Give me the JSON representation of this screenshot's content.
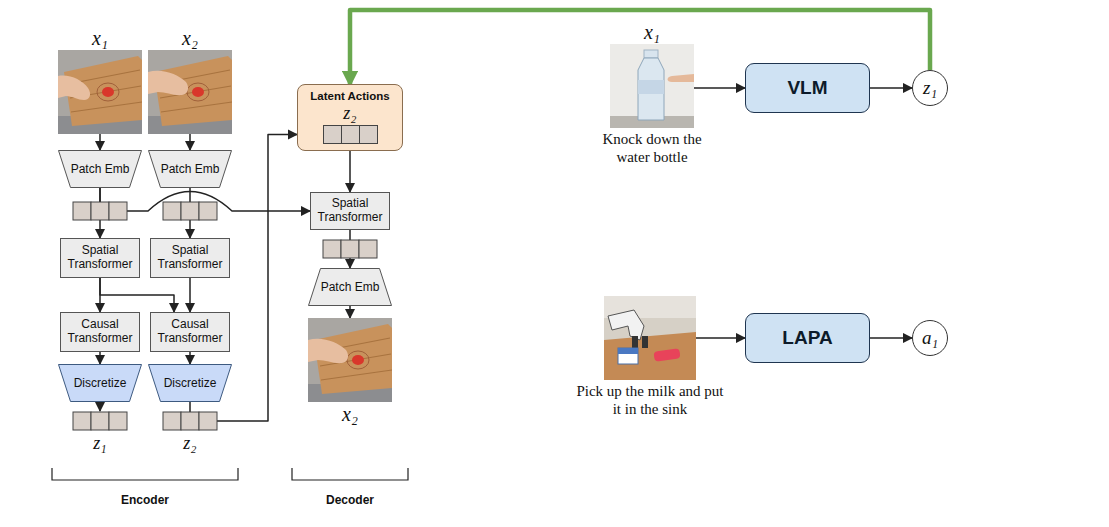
{
  "diagram": {
    "nodes": [
      {
        "text": [
          "x₁"
        ]
      },
      {
        "text": [
          "x₂"
        ]
      },
      {
        "text": [
          "Patch Emb"
        ]
      },
      {
        "text": [
          "Patch Emb"
        ]
      },
      {
        "text": [
          "Spatial Transformer"
        ]
      },
      {
        "text": [
          "Spatial Transformer"
        ]
      },
      {
        "text": [
          "Causal Transformer"
        ]
      },
      {
        "text": [
          "Causal Transformer"
        ]
      },
      {
        "text": [
          "Discretize"
        ]
      },
      {
        "text": [
          "Discretize"
        ]
      },
      {
        "text": [
          "Latent Actions",
          "z₂"
        ]
      },
      {
        "text": [
          "Spatial Transformer"
        ]
      },
      {
        "text": [
          "Patch Emb"
        ]
      },
      {
        "text": [
          "x₂"
        ]
      },
      {
        "text": [
          "x₁",
          "Knock down the water bottle"
        ]
      },
      {
        "text": [
          "VLM"
        ]
      },
      {
        "text": [
          "z₁"
        ]
      },
      {
        "text": [
          "Pick up the milk and put it in the sink"
        ]
      },
      {
        "text": [
          "LAPA"
        ]
      },
      {
        "text": [
          "a₁"
        ]
      }
    ],
    "edges": [
      {
        "from": 0,
        "to": 2,
        "arrow": "to"
      },
      {
        "from": 1,
        "to": 3,
        "arrow": "to"
      },
      {
        "from": 2,
        "to": 4,
        "arrow": "to"
      },
      {
        "from": 3,
        "to": 5,
        "arrow": "to"
      },
      {
        "from": 2,
        "to": 11,
        "arrow": "to"
      },
      {
        "from": 4,
        "to": 6,
        "arrow": "to"
      },
      {
        "from": 4,
        "to": 7,
        "arrow": "to"
      },
      {
        "from": 5,
        "to": 7,
        "arrow": "to"
      },
      {
        "from": 6,
        "to": 8,
        "arrow": "to"
      },
      {
        "from": 7,
        "to": 9,
        "arrow": "to"
      },
      {
        "from": 9,
        "to": 10,
        "arrow": "to"
      },
      {
        "from": 10,
        "to": 11,
        "arrow": "to"
      },
      {
        "from": 11,
        "to": 12,
        "arrow": "to"
      },
      {
        "from": 12,
        "to": 13,
        "arrow": "to"
      },
      {
        "from": 14,
        "to": 15,
        "arrow": "to"
      },
      {
        "from": 15,
        "to": 16,
        "arrow": "to"
      },
      {
        "from": 16,
        "to": 10,
        "arrow": "to"
      },
      {
        "from": 17,
        "to": 18,
        "arrow": "to"
      },
      {
        "from": 18,
        "to": 19,
        "arrow": "to"
      }
    ],
    "labels": [
      "z₁",
      "z₂",
      "Encoder",
      "Decoder"
    ]
  }
}
